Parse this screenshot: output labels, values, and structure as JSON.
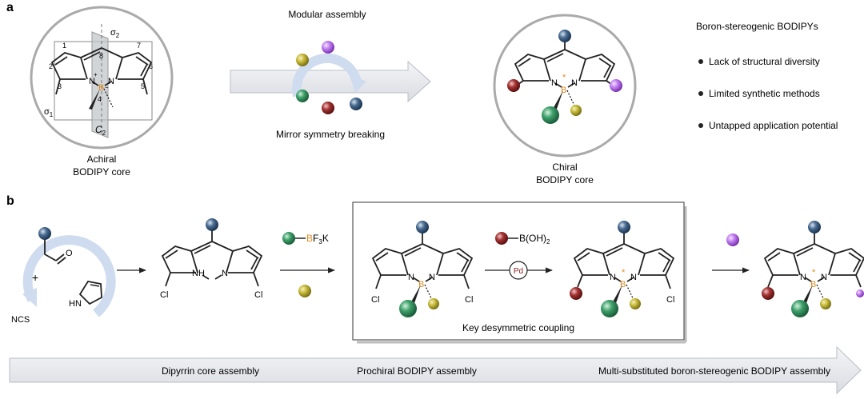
{
  "panel_a": {
    "label": "a",
    "left_core": {
      "caption_line1": "Achiral",
      "caption_line2": "BODIPY core",
      "numbers": [
        "1",
        "2",
        "3",
        "4",
        "5",
        "6",
        "7",
        "8"
      ],
      "sigma1": "σ",
      "sigma1_sub": "1",
      "sigma2": "σ",
      "sigma2_sub": "2",
      "c2": "C",
      "c2_sub": "2",
      "atom_N1": "N",
      "atom_N2": "N",
      "atom_B": "B",
      "charge_plus": "+",
      "charge_minus": "−"
    },
    "middle": {
      "title": "Modular assembly",
      "subtitle": "Mirror symmetry breaking"
    },
    "right_core": {
      "caption_line1": "Chiral",
      "caption_line2": "BODIPY core",
      "atom_N1": "N",
      "atom_N2": "N",
      "atom_B": "B",
      "star": "*"
    },
    "bullets": {
      "heading": "Boron-stereogenic BODIPYs",
      "items": [
        "Lack of structural diversity",
        "Limited synthetic methods",
        "Untapped application potential"
      ]
    }
  },
  "panel_b": {
    "label": "b",
    "start": {
      "plus": "+",
      "ncs": "NCS",
      "hn": "HN",
      "o": "O"
    },
    "dipyrrin": {
      "nh": "NH",
      "n": "N",
      "cl1": "Cl",
      "cl2": "Cl"
    },
    "reagent1": {
      "b": "B",
      "f3": "F",
      "f3_sub": "3",
      "k": "K"
    },
    "prochiral": {
      "n1": "N",
      "n2": "N",
      "b": "B",
      "cl1": "Cl",
      "cl2": "Cl"
    },
    "reagent2": {
      "b_oh": "B(OH)",
      "sub2": "2",
      "pd": "Pd"
    },
    "coupled": {
      "n1": "N",
      "n2": "N",
      "b": "B",
      "star": "*",
      "cl": "Cl"
    },
    "final": {
      "n1": "N",
      "n2": "N",
      "b": "B",
      "star": "*"
    },
    "box_caption": "Key desymmetric coupling",
    "bottom_arrow": [
      "Dipyrrin core assembly",
      "Prochiral BODIPY assembly",
      "Multi-substituted boron-stereogenic BODIPY assembly"
    ]
  },
  "colors": {
    "blue_ball": "#2f4f6f",
    "red_ball": "#8b1e1e",
    "green_ball": "#2e8b57",
    "olive_ball": "#b5a82a",
    "purple_ball": "#b266e0",
    "boron": "#e08a1e",
    "arrow_fill": "#e6e8ec",
    "cycle_arrow": "#cfdcef"
  }
}
